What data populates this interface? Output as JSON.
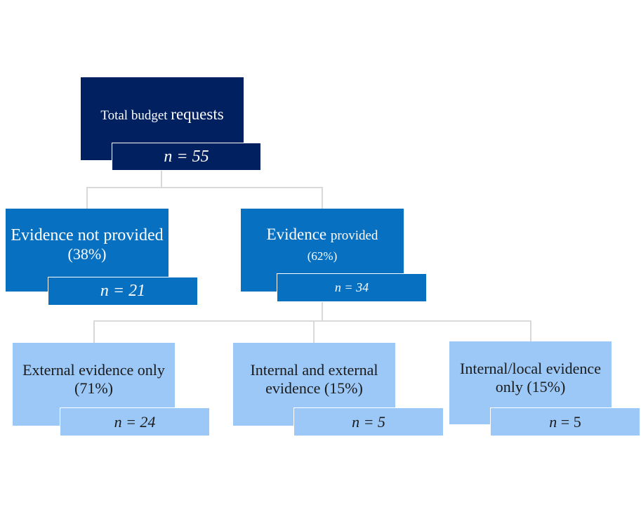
{
  "nodes": {
    "total": {
      "title_parts": [
        "Total budget ",
        "requests"
      ],
      "count": "n = 55",
      "color": "#002060"
    },
    "not_provided": {
      "title": "Evidence not provided",
      "pct": "(38%)",
      "count": "n = 21",
      "color": "#0870c0"
    },
    "provided": {
      "title_parts": [
        "Evidence ",
        "provided"
      ],
      "pct": "(62%)",
      "count": "n = 34",
      "color": "#0870c0"
    },
    "external_only": {
      "line1": "External evidence only",
      "line2": "(71%)",
      "count": "n = 24",
      "color": "#9cc8f7"
    },
    "internal_external": {
      "line1": "Internal and external",
      "line2": "evidence (15%)",
      "count": "n = 5",
      "color": "#9cc8f7"
    },
    "internal_local": {
      "line1": "Internal/local evidence",
      "line2": "only (15%)",
      "count_parts": [
        "n",
        " = 5"
      ],
      "color": "#9cc8f7"
    }
  }
}
